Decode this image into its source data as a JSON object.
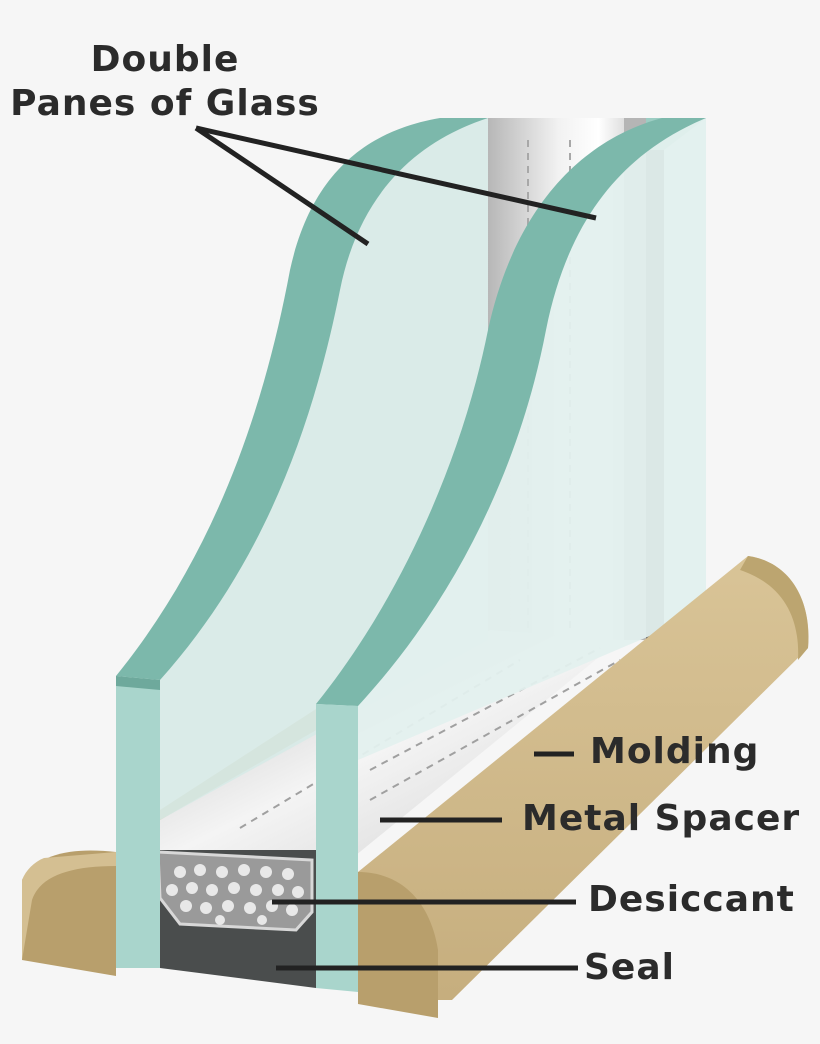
{
  "labels": {
    "panes_line1": "Double",
    "panes_line2": "Panes of Glass",
    "molding": "Molding",
    "spacer": "Metal Spacer",
    "desiccant": "Desiccant",
    "seal": "Seal"
  },
  "colors": {
    "background": "#f6f6f6",
    "glass_edge": "#7cb8ab",
    "glass_face": "#d7e9e6",
    "molding": "#c9b283",
    "molding_end": "#b89f6c",
    "metal": "#cfcfcf",
    "seal": "#4a4d4d",
    "leader_line": "#222222"
  }
}
